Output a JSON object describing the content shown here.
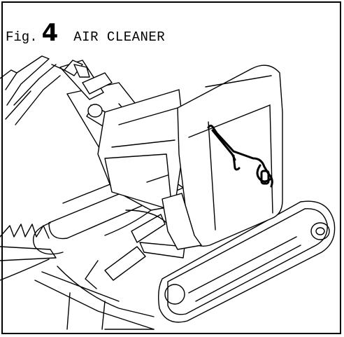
{
  "figure": {
    "prefix": "Fig.",
    "number": "4",
    "title": "AIR CLEANER"
  },
  "colors": {
    "ink": "#000000",
    "paper": "#ffffff"
  }
}
